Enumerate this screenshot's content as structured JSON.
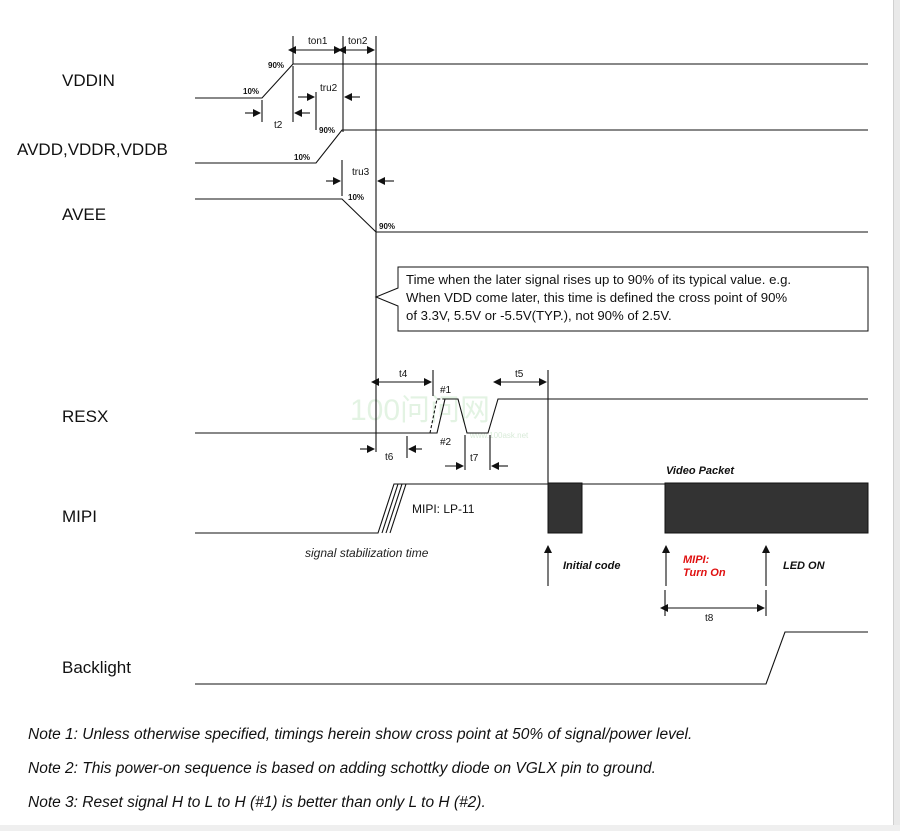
{
  "signals": {
    "vddin": "VDDIN",
    "avdd": "AVDD,VDDR,VDDB",
    "avee": "AVEE",
    "resx": "RESX",
    "mipi": "MIPI",
    "backlight": "Backlight"
  },
  "timings": {
    "ton1": "ton1",
    "ton2": "ton2",
    "tru2": "tru2",
    "tru3": "tru3",
    "t2": "t2",
    "t4": "t4",
    "t5": "t5",
    "t6": "t6",
    "t7": "t7",
    "t8": "t8"
  },
  "levels": {
    "p90": "90%",
    "p10": "10%"
  },
  "resx_marks": {
    "m1": "#1",
    "m2": "#2"
  },
  "callout": {
    "line1": "Time when the later signal rises up to 90% of its typical value. e.g.",
    "line2": "When VDD come later, this time is defined the cross point of 90%",
    "line3": "of 3.3V, 5.5V or -5.5V(TYP.), not 90% of 2.5V."
  },
  "mipi_labels": {
    "lp11": "MIPI: LP-11",
    "stabilization": "signal stabilization time",
    "video_packet": "Video Packet",
    "initial_code": "Initial code",
    "turn_on_1": "MIPI:",
    "turn_on_2": "Turn On",
    "led_on": "LED ON"
  },
  "watermark": {
    "main": "100问问网",
    "sub": "www.100ask.net"
  },
  "notes": [
    "Note 1: Unless otherwise specified, timings herein show cross point at 50% of signal/power level.",
    "Note 2: This power-on sequence is based on adding schottky diode on VGLX pin to ground.",
    "Note 3: Reset signal H to L to H (#1) is better than only L to H (#2)."
  ],
  "colors": {
    "accent_red": "#e01010",
    "packet_fill": "#333333",
    "line": "#111111"
  }
}
